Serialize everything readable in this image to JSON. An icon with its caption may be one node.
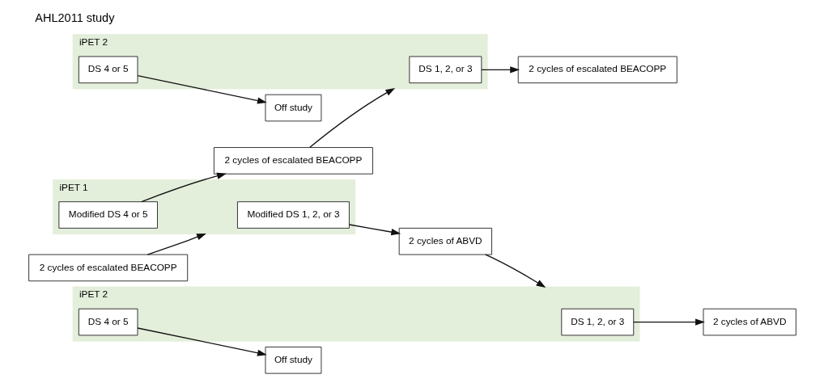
{
  "diagram": {
    "title": "AHL2011 study",
    "nodes": [
      {
        "text": [
          "2 cycles of escalated BEACOPP"
        ]
      },
      {
        "text": [
          "iPET 1"
        ]
      },
      {
        "text": [
          "Modified DS 1, 2, or 3"
        ],
        "in": 1
      },
      {
        "text": [
          "Modified DS 4 or 5"
        ],
        "in": 1
      },
      {
        "text": [
          "2 cycles of ABVD"
        ]
      },
      {
        "text": [
          "2 cycles of escalated BEACOPP"
        ]
      },
      {
        "text": [
          "iPET 2"
        ]
      },
      {
        "text": [
          "DS 1, 2, or 3"
        ],
        "in": 6
      },
      {
        "text": [
          "DS 4 or 5"
        ],
        "in": 6
      },
      {
        "text": [
          "iPET 2"
        ]
      },
      {
        "text": [
          "DS 1, 2, or 3"
        ],
        "in": 9
      },
      {
        "text": [
          "DS 4 or 5"
        ],
        "in": 9
      },
      {
        "text": [
          "2 cycles of ABVD"
        ]
      },
      {
        "text": [
          "Off study"
        ]
      },
      {
        "text": [
          "2 cycles of escalated BEACOPP"
        ]
      },
      {
        "text": [
          "Off study"
        ]
      }
    ],
    "edges": [
      {
        "from": 0,
        "to": 1,
        "arrow": "to"
      },
      {
        "from": 2,
        "to": 4,
        "arrow": "to"
      },
      {
        "from": 3,
        "to": 5,
        "arrow": "to"
      },
      {
        "from": 4,
        "to": 6,
        "arrow": "to"
      },
      {
        "from": 5,
        "to": 9,
        "arrow": "to"
      },
      {
        "from": 7,
        "to": 12,
        "arrow": "to"
      },
      {
        "from": 8,
        "to": 13,
        "arrow": "to"
      },
      {
        "from": 10,
        "to": 14,
        "arrow": "to"
      },
      {
        "from": 11,
        "to": 15,
        "arrow": "to"
      }
    ]
  }
}
